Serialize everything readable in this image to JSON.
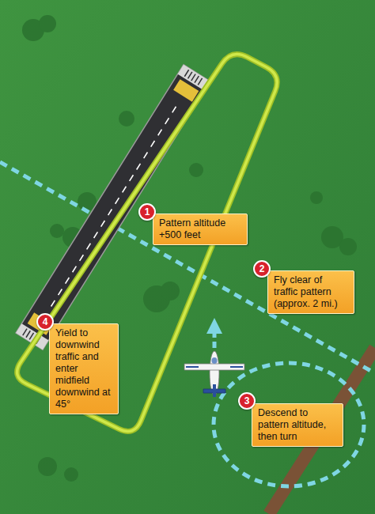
{
  "diagram": {
    "nodes": [
      {
        "text": [
          "1"
        ]
      },
      {
        "text": [
          "Pattern altitude +500 feet"
        ]
      },
      {
        "text": [
          "2"
        ]
      },
      {
        "text": [
          "Fly clear of traffic pattern (approx. 2 mi.)"
        ]
      },
      {
        "text": [
          "3"
        ]
      },
      {
        "text": [
          "Descend to pattern altitude, then turn"
        ]
      },
      {
        "text": [
          "4"
        ]
      },
      {
        "text": [
          "Yield to downwind traffic and enter midfield downwind at 45°"
        ]
      }
    ]
  }
}
